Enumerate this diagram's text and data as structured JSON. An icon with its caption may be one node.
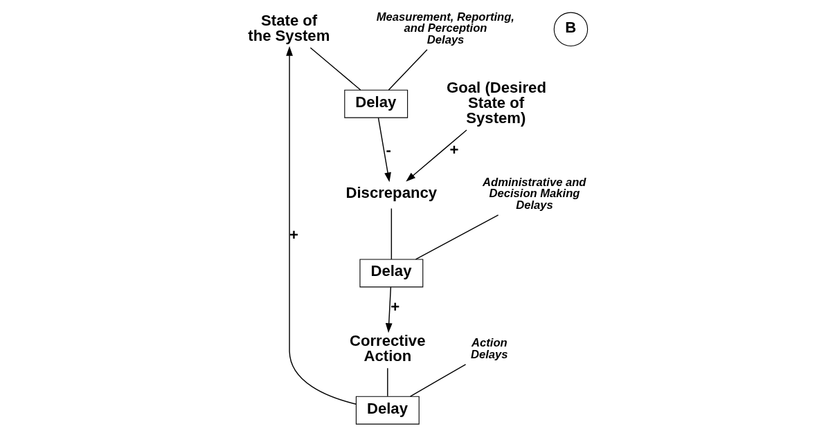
{
  "diagram": {
    "nodes": [
      {
        "text": [
          "State of the System"
        ]
      },
      {
        "text": [
          "Delay"
        ]
      },
      {
        "text": [
          "Discrepancy"
        ]
      },
      {
        "text": [
          "Goal (Desired State of System)"
        ]
      },
      {
        "text": [
          "Delay"
        ]
      },
      {
        "text": [
          "Corrective Action"
        ]
      },
      {
        "text": [
          "Delay"
        ]
      },
      {
        "text": [
          "Action Delays"
        ]
      },
      {
        "text": [
          "Measurement, Reporting, and Perception Delays"
        ]
      },
      {
        "text": [
          "Administrative and Decision Making Delays"
        ]
      }
    ],
    "edges": [
      {
        "from": 0,
        "to": 1,
        "arrow": "none"
      },
      {
        "from": 1,
        "to": 2,
        "arrow": "to",
        "label": "-"
      },
      {
        "from": 3,
        "to": 2,
        "arrow": "to",
        "label": "+"
      },
      {
        "from": 2,
        "to": 4,
        "arrow": "none"
      },
      {
        "from": 4,
        "to": 5,
        "arrow": "to",
        "label": "+"
      },
      {
        "from": 5,
        "to": 6,
        "arrow": "none"
      },
      {
        "from": 6,
        "to": 0,
        "arrow": "to",
        "label": "+"
      },
      {
        "from": 7,
        "to": 6,
        "arrow": "none"
      },
      {
        "from": 8,
        "to": 1,
        "arrow": "none"
      },
      {
        "from": 9,
        "to": 4,
        "arrow": "none"
      }
    ],
    "labels": [
      "B"
    ]
  }
}
